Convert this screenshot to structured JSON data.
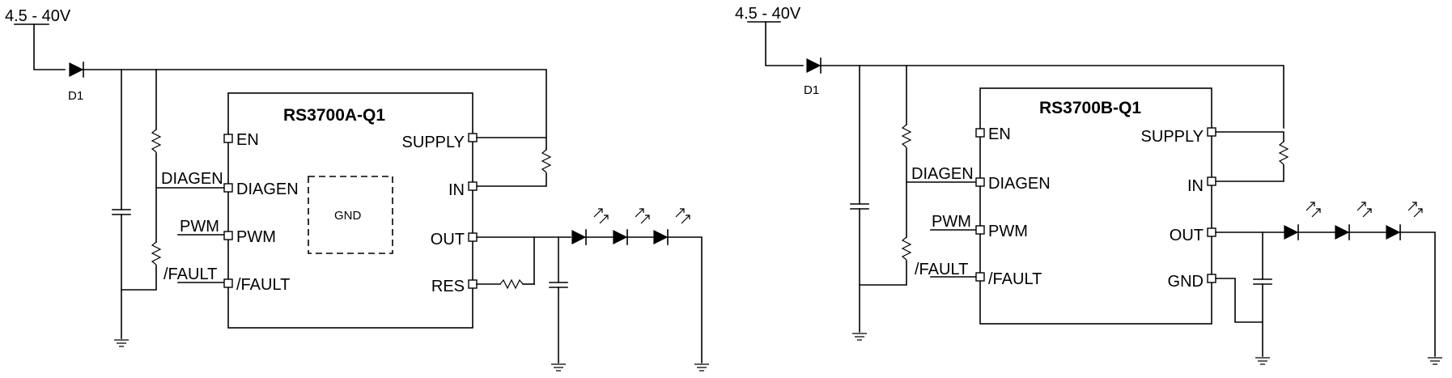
{
  "left_circuit": {
    "supply_label": "4.5 - 40V",
    "diode_label": "D1",
    "chip_title": "RS3700A-Q1",
    "gnd_pad_label": "GND",
    "pins_left": [
      "EN",
      "DIAGEN",
      "PWM",
      "/FAULT"
    ],
    "pins_right": [
      "SUPPLY",
      "IN",
      "OUT",
      "RES"
    ],
    "net_labels": [
      "DIAGEN",
      "PWM",
      "/FAULT"
    ]
  },
  "right_circuit": {
    "supply_label": "4.5 - 40V",
    "diode_label": "D1",
    "chip_title": "RS3700B-Q1",
    "pins_left": [
      "EN",
      "DIAGEN",
      "PWM",
      "/FAULT"
    ],
    "pins_right": [
      "SUPPLY",
      "IN",
      "OUT",
      "GND"
    ],
    "net_labels": [
      "DIAGEN",
      "PWM",
      "/FAULT"
    ]
  }
}
